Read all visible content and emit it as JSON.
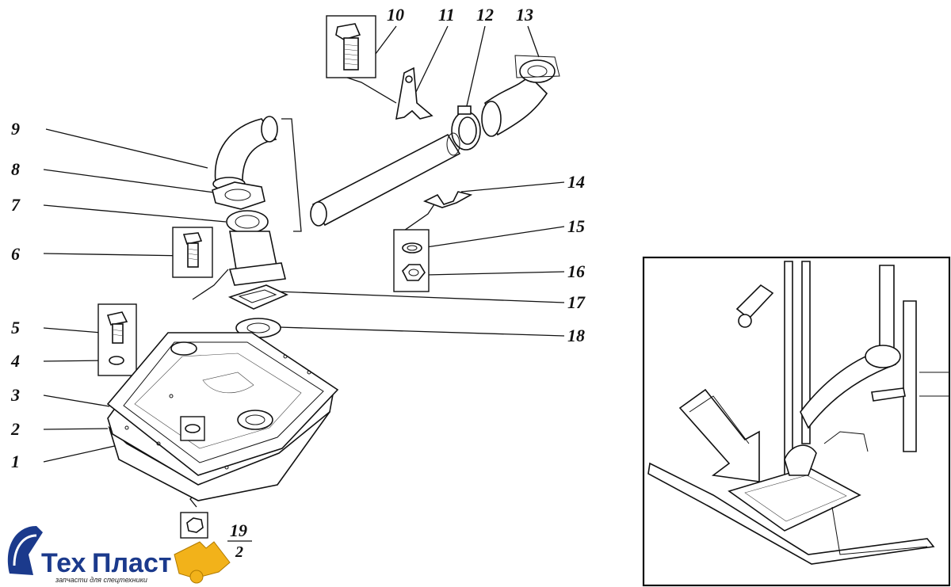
{
  "callouts": [
    {
      "id": "1",
      "label": "1"
    },
    {
      "id": "2",
      "label": "2"
    },
    {
      "id": "3",
      "label": "3"
    },
    {
      "id": "4",
      "label": "4"
    },
    {
      "id": "5",
      "label": "5"
    },
    {
      "id": "6",
      "label": "6"
    },
    {
      "id": "7",
      "label": "7"
    },
    {
      "id": "8",
      "label": "8"
    },
    {
      "id": "9",
      "label": "9"
    },
    {
      "id": "10",
      "label": "10"
    },
    {
      "id": "11",
      "label": "11"
    },
    {
      "id": "12",
      "label": "12"
    },
    {
      "id": "13",
      "label": "13"
    },
    {
      "id": "14",
      "label": "14"
    },
    {
      "id": "15",
      "label": "15"
    },
    {
      "id": "16",
      "label": "16"
    },
    {
      "id": "17",
      "label": "17"
    },
    {
      "id": "18",
      "label": "18"
    },
    {
      "id": "19",
      "label": "19"
    }
  ],
  "callout_19_quantity": "2",
  "logo": {
    "name_part1": "Тех",
    "name_part2": "Пласт",
    "tagline": "запчасти для спецтехники",
    "primary_color": "#1b3a8c",
    "accent_color": "#f2b21a"
  }
}
